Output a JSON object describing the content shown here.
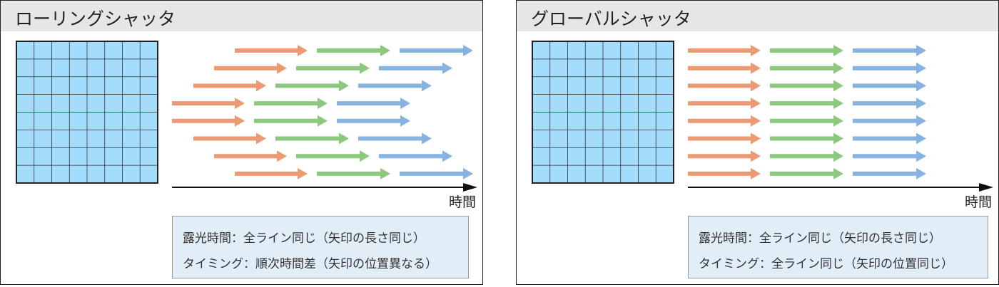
{
  "colors": {
    "exposure": "#ec9a74",
    "readout": "#8cc97e",
    "next": "#86b3e0",
    "sensor": "#a3ddfb",
    "info_bg": "#e1eef7"
  },
  "panels": [
    {
      "title": "ローリングシャッタ",
      "time_label": "時間",
      "info": [
        "露光時間：全ライン同じ（矢印の長さ同じ）",
        "タイミング：順次時間差（矢印の位置異なる）"
      ]
    },
    {
      "title": "グローバルシャッタ",
      "time_label": "時間",
      "info": [
        "露光時間：全ライン同じ（矢印の長さ同じ）",
        "タイミング：全ライン同じ（矢印の位置同じ）"
      ]
    }
  ],
  "sensor_grid": {
    "rows": 8,
    "cols": 8
  }
}
